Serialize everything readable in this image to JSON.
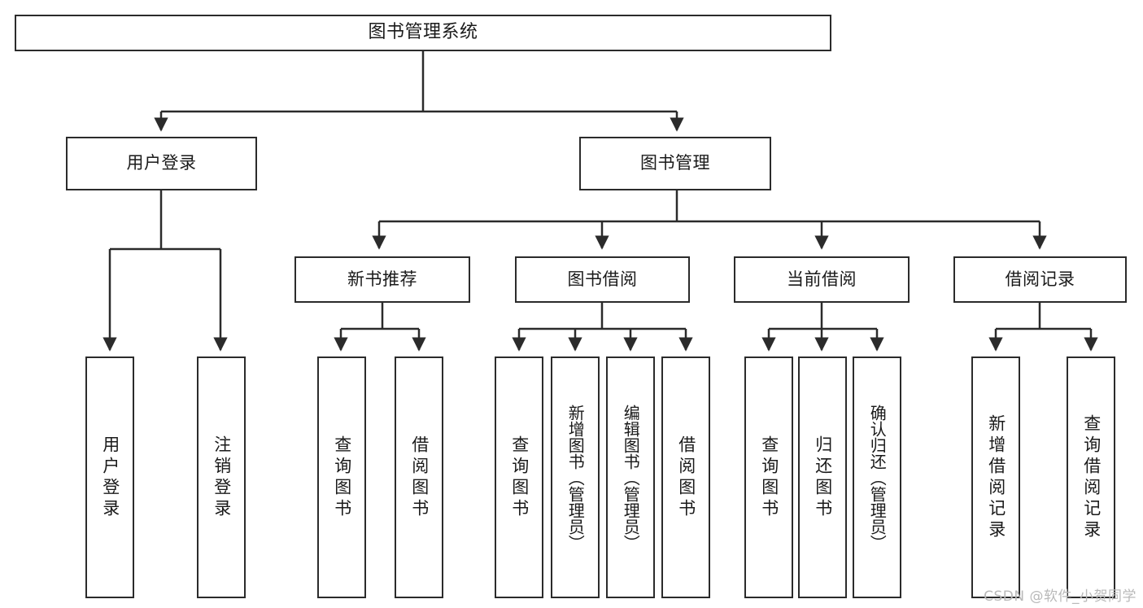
{
  "diagram": {
    "type": "tree-hierarchy",
    "title": "图书管理系统",
    "orientation": "top-down",
    "colors": {
      "box_border": "#2b2b2b",
      "box_fill": "#ffffff",
      "edge": "#2b2b2b",
      "watermark": "#b9b9b9",
      "background": "#ffffff"
    }
  },
  "root": {
    "label": "图书管理系统"
  },
  "level2": [
    {
      "label": "用户登录"
    },
    {
      "label": "图书管理"
    }
  ],
  "level3": [
    {
      "label": "新书推荐"
    },
    {
      "label": "图书借阅"
    },
    {
      "label": "当前借阅"
    },
    {
      "label": "借阅记录"
    }
  ],
  "leaves": {
    "user_login": [
      {
        "label": "用户登录"
      },
      {
        "label": "注销登录"
      }
    ],
    "new_book_recommend": [
      {
        "label": "查询图书"
      },
      {
        "label": "借阅图书"
      }
    ],
    "book_borrow": [
      {
        "label": "查询图书"
      },
      {
        "label": "新增图书（管理员）"
      },
      {
        "label": "编辑图书（管理员）"
      },
      {
        "label": "借阅图书"
      }
    ],
    "current_borrow": [
      {
        "label": "查询图书"
      },
      {
        "label": "归还图书"
      },
      {
        "label": "确认归还（管理员）"
      }
    ],
    "borrow_records": [
      {
        "label": "新增借阅记录"
      },
      {
        "label": "查询借阅记录"
      }
    ]
  },
  "watermark": {
    "text": "CSDN @软件_小贺同学"
  }
}
